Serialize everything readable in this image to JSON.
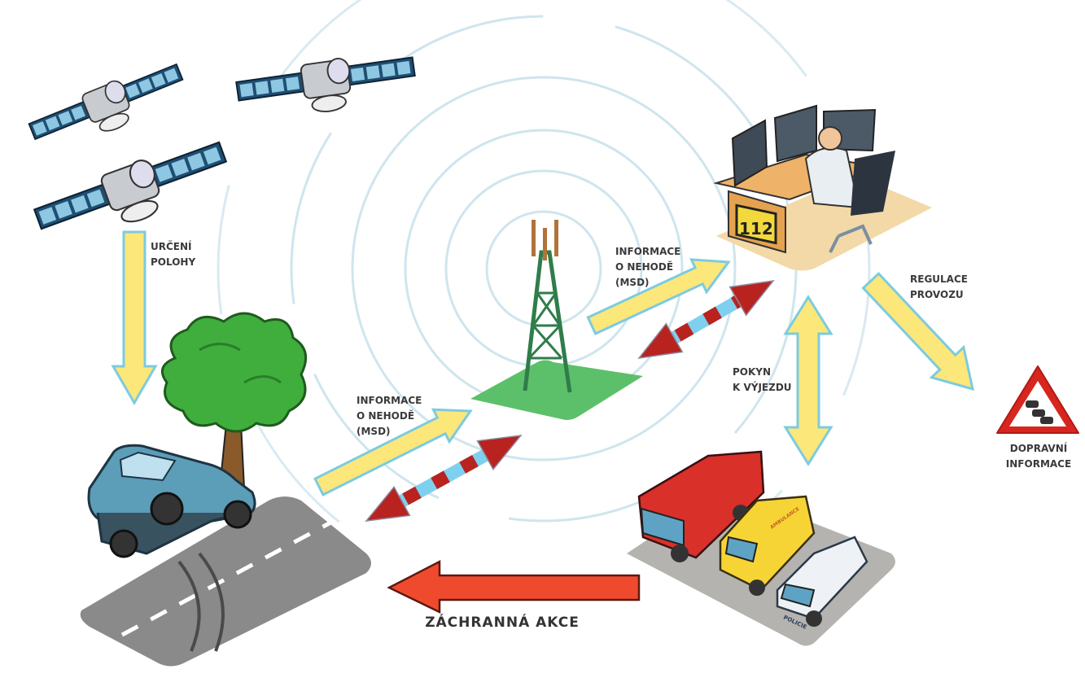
{
  "labels": {
    "position": [
      "URČENÍ",
      "POLOHY"
    ],
    "msd_left": [
      "INFORMACE",
      "O NEHODĚ",
      "(MSD)"
    ],
    "msd_right": [
      "INFORMACE",
      "O NEHODĚ",
      "(MSD)"
    ],
    "traffic_regulation": [
      "REGULACE",
      "PROVOZU"
    ],
    "dispatch": [
      "POKYN",
      "K VÝJEZDU"
    ],
    "traffic_info": [
      "DOPRAVNÍ",
      "INFORMACE"
    ],
    "rescue": "ZÁCHRANNÁ AKCE",
    "emergency_number": "112",
    "ambulance": "AMBULANCE",
    "police": "POLICIE"
  },
  "colors": {
    "arrow_yellow": "#fbe77a",
    "arrow_outline": "#7ccbe0",
    "arrow_red": "#b8231f",
    "rescue_arrow": "#f04a2e",
    "tower_green": "#2f7d4a",
    "platform_green": "#5cc06a"
  }
}
